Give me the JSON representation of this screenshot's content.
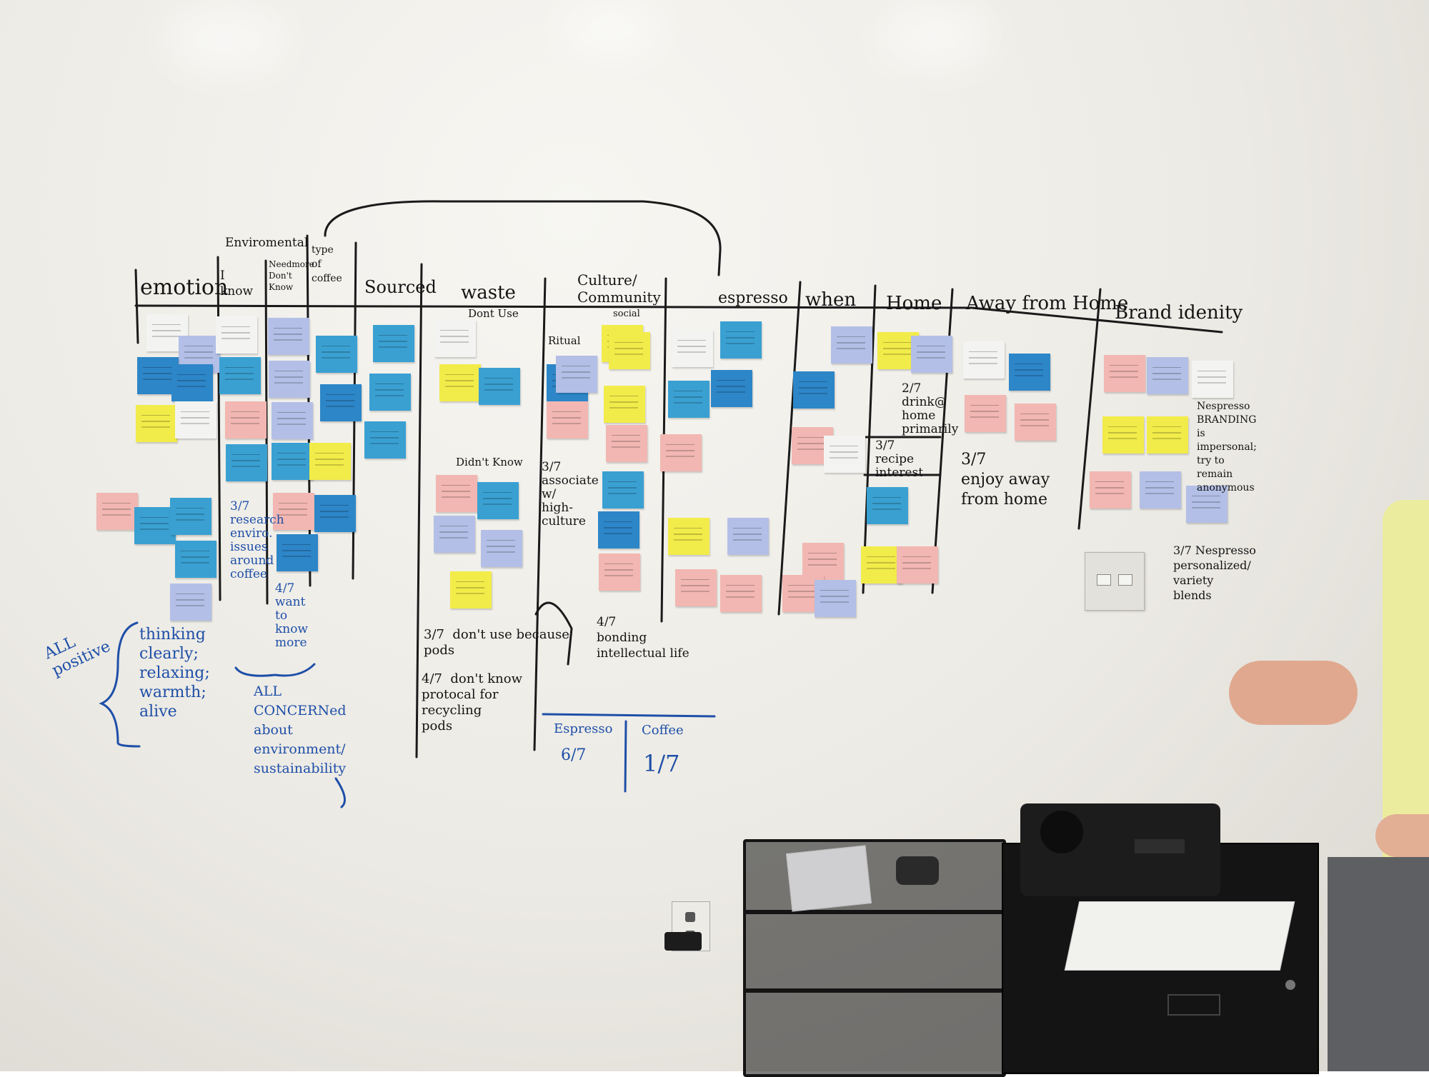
{
  "colors": {
    "wall": "#efede8",
    "ink_black": "#141414",
    "ink_blue": "#1e4fa8",
    "note_blue": "#2d86c8",
    "note_cyan": "#3aa0d2",
    "note_yellow": "#f2ec4a",
    "note_pink": "#f2b7b2",
    "note_lavender": "#b3bfe6",
    "note_white": "#f3f4f2"
  },
  "headers": {
    "emotion": "emotion",
    "environmental": "Enviromental",
    "i_know": "I\nknow",
    "need_more": "Needmore\nDon't\nKnow",
    "type_coffee": "type\nof\ncoffee",
    "sourced": "Sourced",
    "waste": "waste",
    "dont_use": "Dont Use",
    "culture": "Culture/\nCommunity",
    "social": "social",
    "espresso": "espresso",
    "when": "when",
    "home": "Home",
    "away": "Away from Home",
    "brand": "Brand idenity"
  },
  "notes_text": {
    "ritual": "Ritual",
    "didnt_know": "Didn't Know",
    "research": "3/7\nresearch\nenviro.\nissues\naround\ncoffee",
    "want_know": "4/7\nwant\nto\nknow\nmore",
    "all_positive": "ALL\npositive",
    "thinking": "thinking\nclearly;\nrelaxing;\nwarmth;\nalive",
    "all_concerned": "ALL\nCONCERNed\nabout\nenvironment/\nsustainability",
    "dont_use_because": "3/7  don't use because\npods",
    "dont_know_protocol": "4/7  don't know\nprotocal for\nrecycling\npods",
    "associate": "3/7\nassociate\nw/\nhigh-\nculture",
    "bonding": "4/7\nbonding\nintellectual life",
    "espresso_count_label": "Espresso",
    "espresso_count": "6/7",
    "coffee_count_label": "Coffee",
    "coffee_count": "1/7",
    "drink_home": "2/7\ndrink@\nhome\nprimarily",
    "recipe": "3/7\nrecipe\ninterest",
    "enjoy_away": "3/7\nenjoy away\nfrom home",
    "nespresso_branding": "Nespresso\nBRANDING\nis\nimpersonal;\ntry to\nremain\nanonymous",
    "nespresso_personalized": "3/7 Nespresso\npersonalized/\nvariety\nblends"
  }
}
